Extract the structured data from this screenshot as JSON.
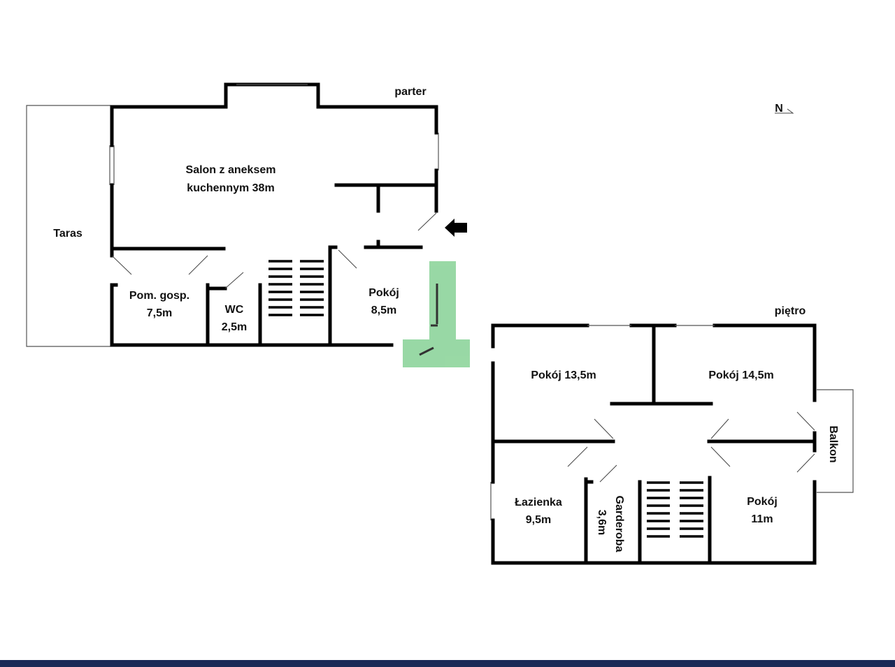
{
  "floors": {
    "ground": {
      "label": "parter",
      "rooms": {
        "salon_line1": "Salon z aneksem",
        "salon_line2": "kuchennym  38m",
        "taras": "Taras",
        "utility_line1": "Pom. gosp.",
        "utility_line2": "7,5m",
        "wc_line1": "WC",
        "wc_line2": "2,5m",
        "room_line1": "Pokój",
        "room_line2": "8,5m"
      }
    },
    "upper": {
      "label": "piętro",
      "rooms": {
        "room_a": "Pokój 13,5m",
        "room_b": "Pokój 14,5m",
        "balcony": "Balkon",
        "bath_line1": "Łazienka",
        "bath_line2": "9,5m",
        "wardrobe_line1": "Garderoba",
        "wardrobe_line2": "3,6m",
        "room_c_line1": "Pokój",
        "room_c_line2": "11m"
      }
    }
  },
  "compass": "N",
  "colors": {
    "walls": "#000000",
    "watermark": "#7fcf8f",
    "bottom_bar": "#1b2a57"
  }
}
